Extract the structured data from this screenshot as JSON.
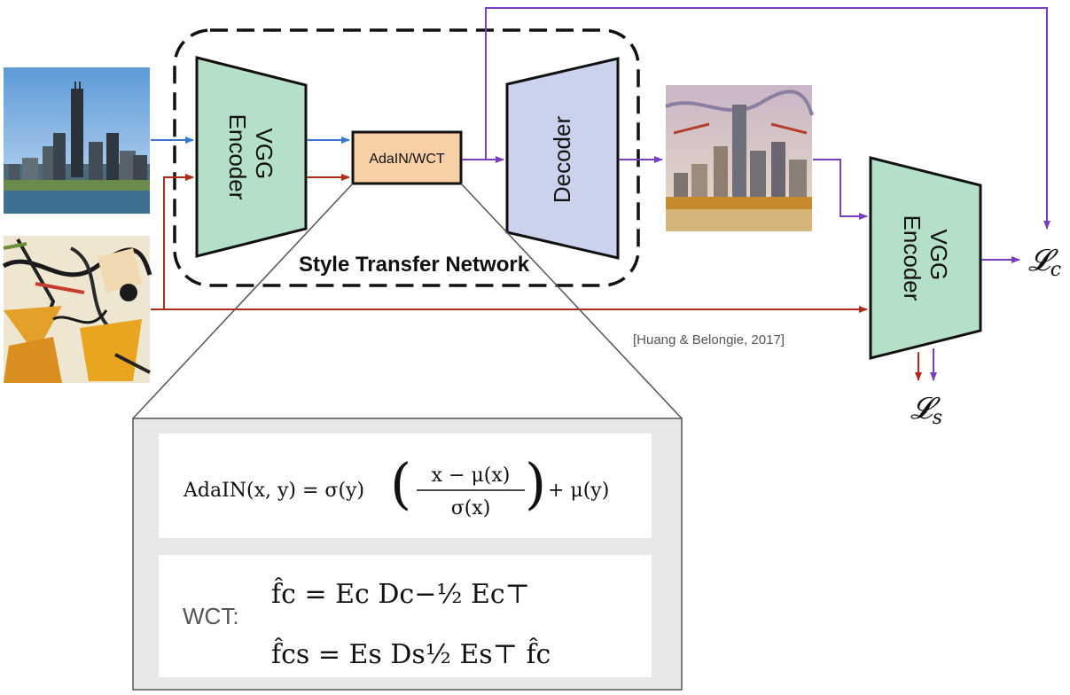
{
  "diagram": {
    "network_label": "Style Transfer Network",
    "encoder1_label": [
      "VGG",
      "Encoder"
    ],
    "adain_label": "AdaIN/WCT",
    "decoder_label": "Decoder",
    "encoder2_label": [
      "VGG",
      "Encoder"
    ],
    "citation": "[Huang & Belongie, 2017]",
    "loss_content": {
      "symbol": "𝓛",
      "sub": "c"
    },
    "loss_style": {
      "symbol": "𝓛",
      "sub": "s"
    },
    "images": {
      "content": "city-skyline-photo",
      "style": "abstract-painting",
      "output": "stylized-skyline"
    }
  },
  "formulas": {
    "adain": {
      "lhs": "AdaIN(x, y) = σ(y)",
      "numerator": "x − μ(x)",
      "denominator": "σ(x)",
      "rhs": "+ μ(y)"
    },
    "wct": {
      "label": "WCT:",
      "line1": "f̂c = Ec Dc−½ Ec⊤",
      "line2": "f̂cs = Es Ds½ Es⊤ f̂c"
    }
  },
  "colors": {
    "encoder_fill": "#b5e0c8",
    "adain_fill": "#f9cfa5",
    "decoder_fill": "#cbd2ec",
    "blue_arrow": "#3b78d4",
    "red_arrow": "#b22a18",
    "purple_arrow": "#7a3fc0",
    "zoom_panel": "#e8e8e8"
  }
}
